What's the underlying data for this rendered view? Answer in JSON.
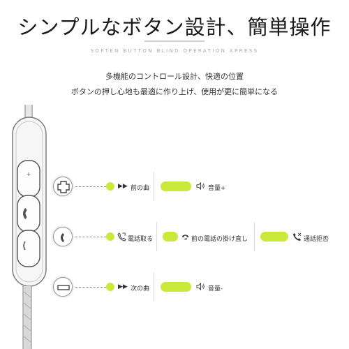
{
  "header": {
    "title": "シンプルなボタン設計、簡単操作",
    "subtitle": "SOFTEN BUTTON BLIND OPERATION XPRESS",
    "desc_line1": "多機能のコントロール設計、快適の位置",
    "desc_line2": "ボタンの押し心地も最適に作り上げ、使用が更に簡単になる"
  },
  "colors": {
    "accent": "#c9ea3a",
    "text": "#333333"
  },
  "rows": [
    {
      "button_icon": "plus-icon",
      "items": [
        {
          "icon": "double-triangle-icon",
          "glyph": "▶▶",
          "label": "前の曲"
        },
        {
          "icon": "speaker-icon",
          "label": "音量+"
        }
      ]
    },
    {
      "button_icon": "phone-icon",
      "items": [
        {
          "icon": "phone-answer-icon",
          "label": "電話取る"
        },
        {
          "icon": "phone-redial-icon",
          "label": "前の電話の掛け直し"
        },
        {
          "icon": "phone-reject-icon",
          "label": "通話拒否"
        }
      ]
    },
    {
      "button_icon": "minus-icon",
      "items": [
        {
          "icon": "double-triangle-icon",
          "glyph": "▶▶",
          "label": "次の曲"
        },
        {
          "icon": "speaker-icon",
          "label": "音量-"
        }
      ]
    }
  ]
}
